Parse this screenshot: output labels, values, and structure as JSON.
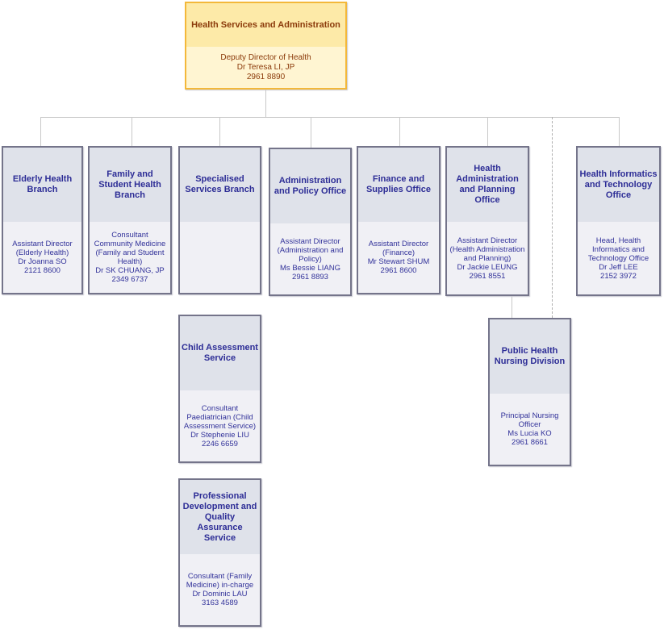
{
  "root": {
    "title": "Health Services and Administration",
    "lines": [
      "Deputy Director of Health",
      "Dr Teresa LI, JP",
      "2961 8890"
    ]
  },
  "units": [
    {
      "title": "Elderly Health Branch",
      "lines": [
        "Assistant Director",
        "(Elderly Health)",
        "Dr Joanna SO",
        "2121 8600"
      ]
    },
    {
      "title": "Family and Student Health Branch",
      "lines": [
        "Consultant Community Medicine",
        "(Family and Student Health)",
        "Dr SK CHUANG, JP",
        "2349 6737"
      ]
    },
    {
      "title": "Specialised Services Branch",
      "lines": []
    },
    {
      "title": "Administration and Policy Office",
      "lines": [
        "Assistant Director",
        "(Administration and Policy)",
        "Ms Bessie LIANG",
        "2961 8893"
      ]
    },
    {
      "title": "Finance and Supplies Office",
      "lines": [
        "Assistant Director",
        "(Finance)",
        "Mr Stewart SHUM",
        "2961 8600"
      ]
    },
    {
      "title": "Health Administration and Planning Office",
      "lines": [
        "Assistant Director",
        "(Health Administration and Planning)",
        "Dr Jackie LEUNG",
        "2961 8551"
      ]
    },
    {
      "title": "Health Informatics and Technology Office",
      "lines": [
        "Head, Health Informatics and Technology Office",
        "Dr Jeff LEE",
        "2152 3972"
      ]
    },
    {
      "title": "Child Assessment Service",
      "lines": [
        "Consultant Paediatrician (Child Assessment Service)",
        "Dr Stephenie LIU",
        "2246 6659"
      ]
    },
    {
      "title": "Professional Development and Quality Assurance Service",
      "lines": [
        "Consultant (Family Medicine) in-charge",
        "Dr Dominic LAU",
        "3163 4589"
      ]
    },
    {
      "title": "Public Health Nursing Division",
      "lines": [
        "Principal Nursing Officer",
        "Ms Lucia KO",
        "2961 8661"
      ]
    }
  ]
}
